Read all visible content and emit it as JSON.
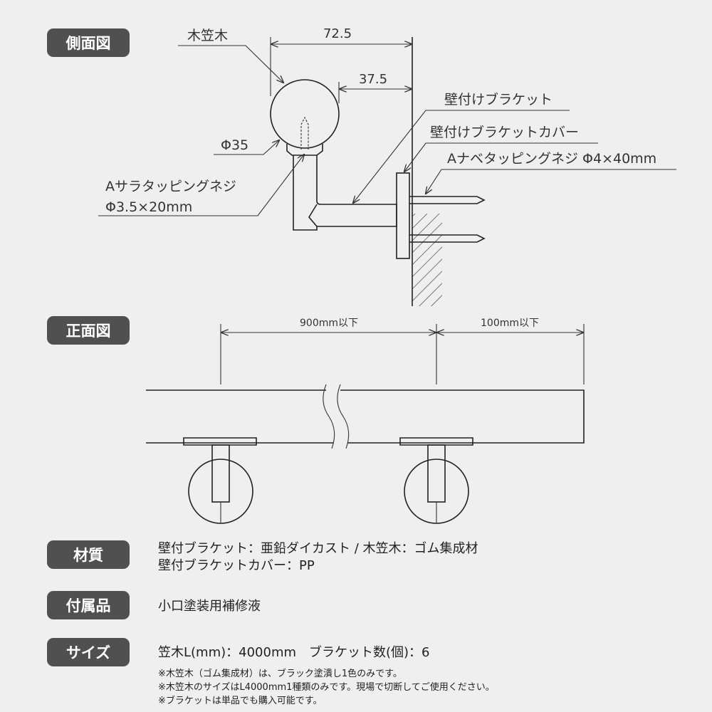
{
  "sections": {
    "side_view": "側面図",
    "front_view": "正面図",
    "material": "材質",
    "accessories": "付属品",
    "size": "サイズ"
  },
  "side_view": {
    "handrail_label": "木笠木",
    "dim_total": "72.5",
    "dim_gap": "37.5",
    "diameter": "Φ35",
    "screw_a_line1": "Aサラタッピングネジ",
    "screw_a_line2": "Φ3.5×20mm",
    "bracket_label": "壁付けブラケット",
    "bracket_cover_label": "壁付けブラケットカバー",
    "screw_b_label": "Aナベタッピングネジ Φ4×40mm"
  },
  "front_view": {
    "dim_left": "900mm以下",
    "dim_right": "100mm以下"
  },
  "specs": {
    "material_line1": "壁付ブラケット：亜鉛ダイカスト / 木笠木：ゴム集成材",
    "material_line2": "壁付ブラケットカバー：PP",
    "accessories": "小口塗装用補修液",
    "size": "笠木L(mm)：4000mm　ブラケット数(個)：6"
  },
  "notes": [
    "※木笠木（ゴム集成材）は、ブラック塗潰し1色のみです。",
    "※木笠木のサイズはL4000mm1種類のみです。現場で切断してご使用ください。",
    "※ブラケットは単品でも購入可能です。"
  ]
}
